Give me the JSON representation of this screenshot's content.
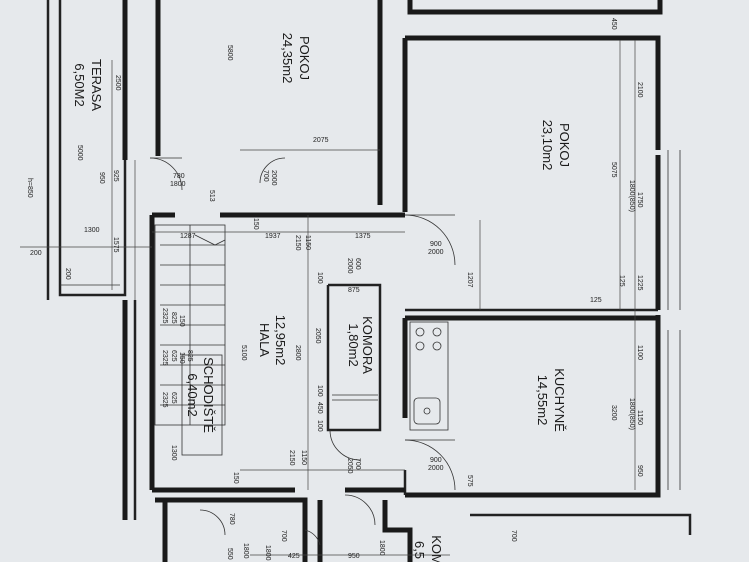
{
  "rooms": {
    "pokoj_top": {
      "name": "POKOJ",
      "area": "24,35m2"
    },
    "pokoj_right": {
      "name": "POKOJ",
      "area": "23,10m2"
    },
    "terasa": {
      "name": "TERASA",
      "area": "6,50M2"
    },
    "hala": {
      "name": "HALA",
      "area": "12,95m2"
    },
    "schodiste": {
      "name": "SCHODIŠTĚ",
      "area": "6,40m2"
    },
    "komora": {
      "name": "KOMORA",
      "area": "1,80m2"
    },
    "kuchyne": {
      "name": "KUCHYNĚ",
      "area": "14,55m2"
    },
    "kom_bottom": {
      "name": "KOM",
      "area": "6,5"
    }
  },
  "dims": {
    "d5800": "5800",
    "d2500": "2500",
    "d5000": "5000",
    "d950": "950",
    "d925": "925",
    "d1300": "1300",
    "d1575": "1575",
    "d200a": "200",
    "d200b": "200",
    "h850": "h=850",
    "d2075": "2075",
    "d7801800": "780",
    "d1800a": "1800",
    "d513": "513",
    "d700": "700",
    "d2000a": "2000",
    "d1287": "1287",
    "d150a": "150",
    "d1937": "1937",
    "d2150a": "2150",
    "d1150a": "1150",
    "d1375": "1375",
    "d9002000a": "900",
    "d2000b": "2000",
    "d1207": "1207",
    "d600": "600",
    "d2000c": "2000",
    "d875": "875",
    "d100a": "100",
    "d2050": "2050",
    "d2800": "2800",
    "d5100": "5100",
    "d825a": "825",
    "d150b": "150",
    "d2325a": "2325",
    "d625a": "625",
    "d150c": "150",
    "d825b": "825",
    "d625b": "625",
    "d2325b": "2325",
    "d2325c": "2325",
    "d1300b": "1300",
    "d100b": "100",
    "d450a": "450",
    "d100c": "100",
    "d2150b": "2150",
    "d1150b": "1150",
    "d150d": "150",
    "d700b": "700",
    "d2050b": "2050",
    "d9002000b": "900",
    "d2000d": "2000",
    "d575": "575",
    "d125a": "125",
    "d125b": "125",
    "d450b": "450",
    "d2100": "2100",
    "d5075": "5075",
    "d1750": "1750",
    "d1800_850a": "1800(850)",
    "d1225": "1225",
    "d1100": "1100",
    "d3200": "3200",
    "d1150c": "1150",
    "d1800_850b": "1800(850)",
    "d950b": "950",
    "d780b": "780",
    "d1800b": "1800",
    "d550": "550",
    "d1800c": "1800",
    "d700c": "700",
    "d425": "425",
    "d950c": "950",
    "d1800d": "1800",
    "d700d": "700"
  }
}
